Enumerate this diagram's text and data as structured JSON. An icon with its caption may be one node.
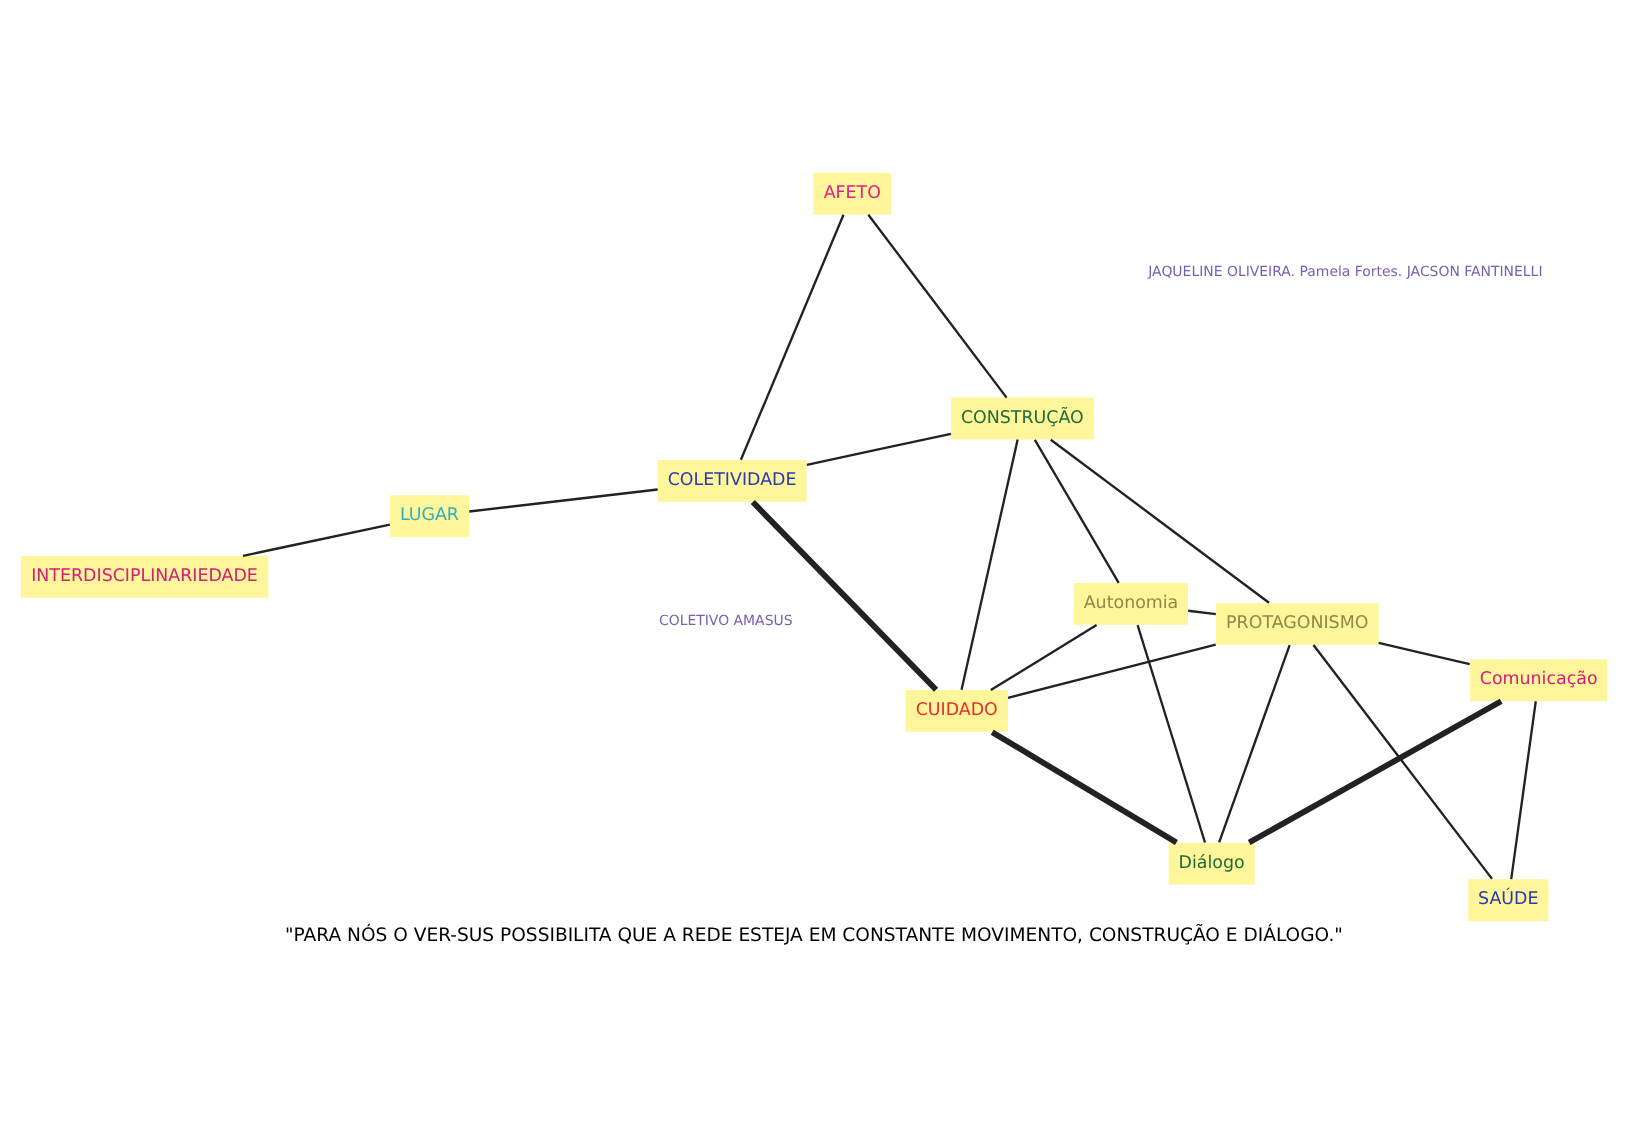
{
  "diagram": {
    "caption": "\"PARA NÓS O VER-SUS POSSIBILITA QUE A REDE ESTEJA EM CONSTANTE MOVIMENTO, CONSTRUÇÃO E DIÁLOGO.\"",
    "nodes": [
      {
        "text": [
          "Autonomia"
        ]
      },
      {
        "text": [
          "AFETO"
        ]
      },
      {
        "text": [
          "SAÚDE"
        ]
      },
      {
        "text": [
          "CONSTRUÇÃO"
        ]
      },
      {
        "text": [
          "PROTAGONISMO"
        ]
      },
      {
        "text": [
          "COLETIVIDADE"
        ]
      },
      {
        "text": [
          "INTERDISCIPLINARIEDADE"
        ]
      },
      {
        "text": [
          "Comunicação"
        ]
      },
      {
        "text": [
          "CUIDADO"
        ]
      },
      {
        "text": [
          "LUGAR"
        ]
      },
      {
        "text": [
          "Diálogo"
        ]
      }
    ],
    "edges": [
      {
        "from": 5,
        "to": 1,
        "arrow": "none"
      },
      {
        "from": 1,
        "to": 3,
        "arrow": "none"
      },
      {
        "from": 5,
        "to": 9,
        "arrow": "none"
      },
      {
        "from": 5,
        "to": 3,
        "arrow": "none"
      },
      {
        "from": 3,
        "to": 4,
        "arrow": "none"
      },
      {
        "from": 5,
        "to": 8,
        "arrow": "none",
        "style": "thick"
      },
      {
        "from": 9,
        "to": 6,
        "arrow": "none"
      },
      {
        "from": 3,
        "to": 0,
        "arrow": "none"
      },
      {
        "from": 3,
        "to": 8,
        "arrow": "none"
      },
      {
        "from": 0,
        "to": 8,
        "arrow": "none"
      },
      {
        "from": 0,
        "to": 4,
        "arrow": "none"
      },
      {
        "from": 0,
        "to": 10,
        "arrow": "none"
      },
      {
        "from": 4,
        "to": 2,
        "arrow": "none"
      },
      {
        "from": 4,
        "to": 8,
        "arrow": "none"
      },
      {
        "from": 4,
        "to": 10,
        "arrow": "none"
      },
      {
        "from": 4,
        "to": 7,
        "arrow": "none"
      },
      {
        "from": 2,
        "to": 7,
        "arrow": "none"
      },
      {
        "from": 7,
        "to": 10,
        "arrow": "none",
        "style": "thick"
      },
      {
        "from": 8,
        "to": 10,
        "arrow": "none",
        "style": "thick"
      }
    ],
    "labels": [
      "COLETIVO AMASUS",
      "JAQUELINE OLIVEIRA. Pamela Fortes. JACSON FANTINELLI"
    ]
  }
}
